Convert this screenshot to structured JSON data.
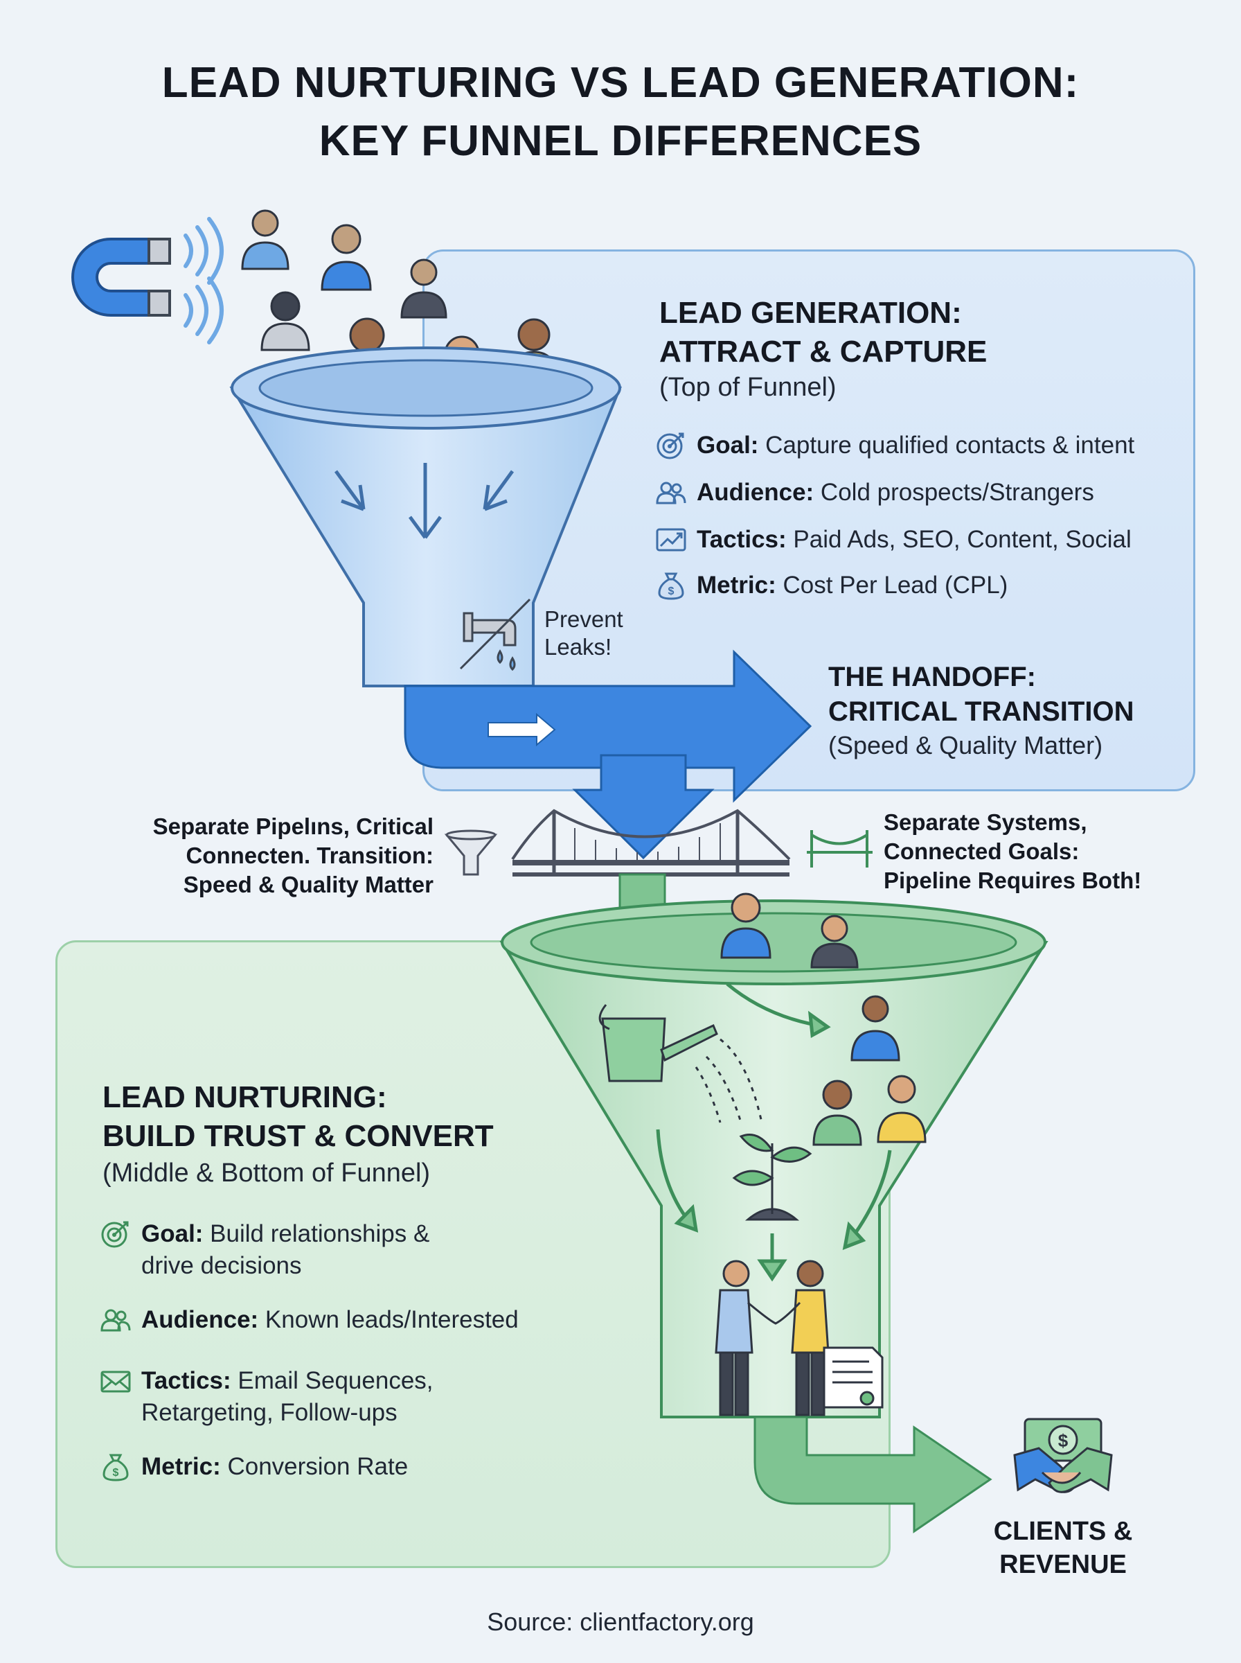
{
  "title": {
    "line1": "LEAD NURTURING VS LEAD GENERATION:",
    "line2": "KEY FUNNEL DIFFERENCES"
  },
  "generation": {
    "heading1": "LEAD GENERATION:",
    "heading2": "ATTRACT & CAPTURE",
    "sub": "(Top of Funnel)",
    "items": [
      {
        "icon": "target-icon",
        "label": "Goal:",
        "text": " Capture qualified contacts & intent"
      },
      {
        "icon": "people-icon",
        "label": "Audience:",
        "text": " Cold prospects/Strangers"
      },
      {
        "icon": "trend-chart-icon",
        "label": "Tactics:",
        "text": " Paid Ads, SEO, Content, Social"
      },
      {
        "icon": "money-bag-icon",
        "label": "Metric:",
        "text": " Cost Per Lead (CPL)"
      }
    ],
    "leak_line1": "Prevent",
    "leak_line2": "Leaks!"
  },
  "handoff": {
    "heading1": "THE HANDOFF:",
    "heading2": "CRITICAL TRANSITION",
    "sub": "(Speed & Quality Matter)",
    "left_line1": "Separate Pipelıns, Critical",
    "left_line2": "Connecten. Transition:",
    "left_line3": "Speed & Quality Matter",
    "right_line1": "Separate Systems,",
    "right_line2": "Connected Goals:",
    "right_line3": "Pipeline Requires Both!"
  },
  "nurturing": {
    "heading1": "LEAD NURTURING:",
    "heading2": "BUILD TRUST & CONVERT",
    "sub": "(Middle & Bottom of Funnel)",
    "items": [
      {
        "icon": "target-icon",
        "label": "Goal:",
        "text": " Build relationships &",
        "text2": "drive decisions"
      },
      {
        "icon": "people-icon",
        "label": "Audience:",
        "text": " Known leads/Interested"
      },
      {
        "icon": "envelope-icon",
        "label": "Tactics:",
        "text": " Email Sequences,",
        "text2": "Retargeting, Follow-ups"
      },
      {
        "icon": "money-bag-icon",
        "label": "Metric:",
        "text": " Conversion Rate"
      }
    ]
  },
  "outcome": {
    "line1": "CLIENTS &",
    "line2": "REVENUE"
  },
  "source": "Source: clientfactory.org",
  "colors": {
    "blue_panel": "#d8e7f9",
    "blue_accent": "#3d86e0",
    "green_panel": "#dbeee0",
    "green_accent": "#7fc492"
  }
}
